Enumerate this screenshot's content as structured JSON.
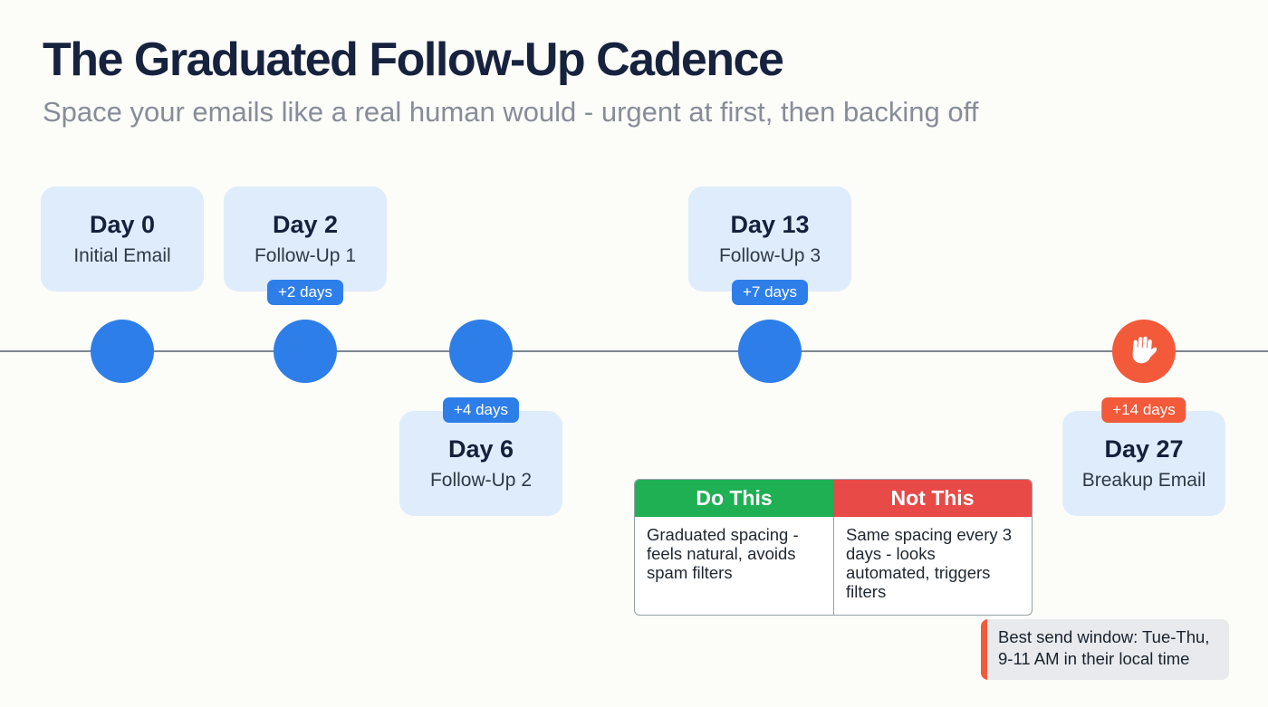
{
  "header": {
    "title": "The Graduated Follow-Up Cadence",
    "subtitle": "Space your emails like a real human would - urgent at first, then backing off"
  },
  "timeline": {
    "events": [
      {
        "day": 0,
        "title": "Day 0",
        "subtitle": "Initial Email",
        "badge": "",
        "side": "above",
        "marker": "dot"
      },
      {
        "day": 2,
        "title": "Day 2",
        "subtitle": "Follow-Up 1",
        "badge": "+2 days",
        "side": "above",
        "marker": "dot"
      },
      {
        "day": 6,
        "title": "Day 6",
        "subtitle": "Follow-Up 2",
        "badge": "+4 days",
        "side": "below",
        "marker": "dot"
      },
      {
        "day": 13,
        "title": "Day 13",
        "subtitle": "Follow-Up 3",
        "badge": "+7 days",
        "side": "above",
        "marker": "dot"
      },
      {
        "day": 27,
        "title": "Day 27",
        "subtitle": "Breakup Email",
        "badge": "+14 days",
        "side": "below",
        "marker": "stop-hand"
      }
    ]
  },
  "comparison": {
    "do": {
      "header": "Do This",
      "body": "Graduated spacing - feels natural, avoids spam filters",
      "color": "#1fb054"
    },
    "dont": {
      "header": "Not This",
      "body": "Same spacing every 3 days - looks automated, triggers filters",
      "color": "#e84a47"
    }
  },
  "note": {
    "text": "Best send window: Tue-Thu, 9-11 AM in their local time",
    "accent_color": "#f25a3a"
  },
  "colors": {
    "dot_blue": "#2e7ee9",
    "dot_orange": "#f25a3a",
    "card_bg": "#dfecfb",
    "green_header": "#1fb054",
    "red_header": "#e84a47",
    "timeline_line": "#7d8790",
    "title_navy": "#16223e"
  }
}
